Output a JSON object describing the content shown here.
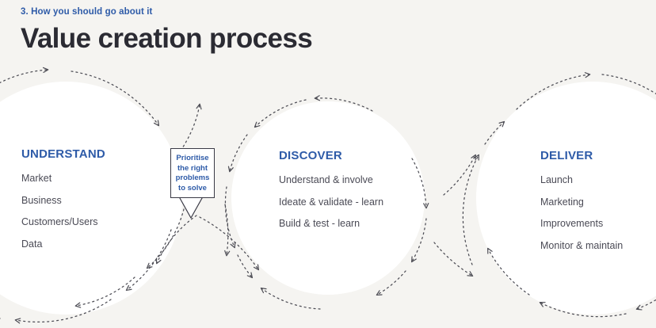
{
  "header": {
    "eyebrow": "3. How you should go about it",
    "title": "Value creation process"
  },
  "theme": {
    "background": "#f5f4f1",
    "circle_fill": "#ffffff",
    "accent_blue": "#2e5ba8",
    "body_text": "#4a4a55",
    "title_text": "#2b2b33",
    "arrow_color": "#4d4d55",
    "callout_border": "#3a3a46"
  },
  "stages": [
    {
      "id": "understand",
      "title": "UNDERSTAND",
      "items": [
        "Market",
        "Business",
        "Customers/Users",
        "Data"
      ]
    },
    {
      "id": "discover",
      "title": "DISCOVER",
      "items": [
        "Understand & involve",
        "Ideate & validate - learn",
        "Build & test - learn"
      ]
    },
    {
      "id": "deliver",
      "title": "DELIVER",
      "items": [
        "Launch",
        "Marketing",
        "Improvements",
        "Monitor & maintain"
      ]
    }
  ],
  "callout": {
    "lines": [
      "Prioritise",
      "the right",
      "problems",
      "to solve"
    ]
  }
}
